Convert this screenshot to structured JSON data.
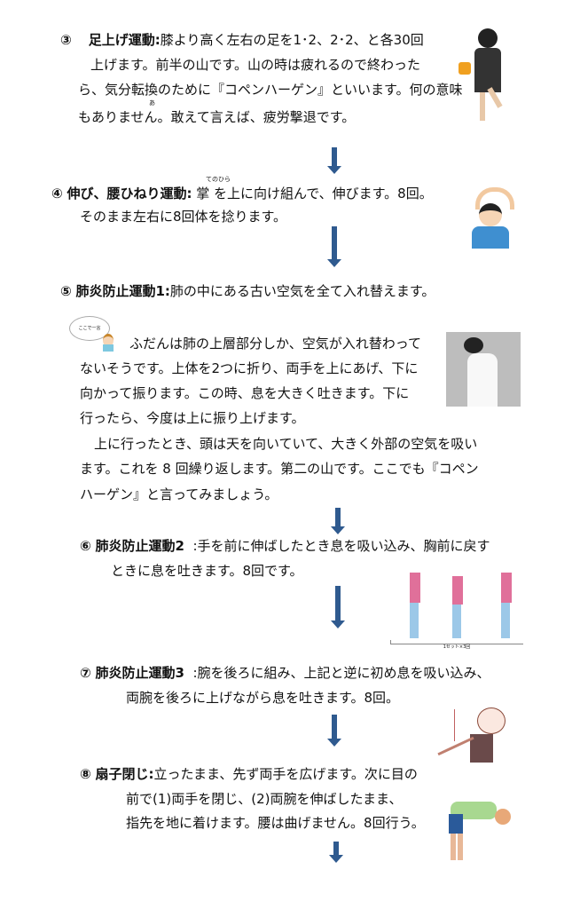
{
  "s3": {
    "num": "③",
    "title": "足上げ運動:",
    "lines": [
      "膝より高く左右の足を1･2、2･2、と各30回",
      "上げます。前半の山です。山の時は疲れるので終わった",
      "ら、気分転換のために『コペンハーゲン』といいます。何の意味",
      "もありません。敢えて言えば、疲労撃退です。"
    ],
    "ruby": "あ"
  },
  "s4": {
    "num": "④",
    "title": "伸び、腰ひねり運動:",
    "ruby": "てのひら",
    "lines": [
      "掌 を上に向け組んで、伸びます。8回。",
      "そのまま左右に8回体を捻ります。"
    ]
  },
  "s5": {
    "num": "⑤",
    "title": "肺炎防止運動1:",
    "line": "肺の中にある古い空気を全て入れ替えます。",
    "bubble": "ここで一言",
    "para": [
      "ふだんは肺の上層部分しか、空気が入れ替わって",
      "ないそうです。上体を2つに折り、両手を上にあげ、下に",
      "向かって振ります。この時、息を大きく吐きます。下に",
      "行ったら、今度は上に振り上げます。",
      "上に行ったとき、頭は天を向いていて、大きく外部の空気を吸い",
      "ます。これを 8 回繰り返します。第二の山です。ここでも『コペン",
      "ハーゲン』と言ってみましょう。"
    ]
  },
  "s6": {
    "num": "⑥",
    "title": "肺炎防止運動2",
    "lines": [
      ":手を前に伸ばしたとき息を吸い込み、胸前に戻す",
      "ときに息を吐きます。8回です。"
    ],
    "caption": "1セット×3回"
  },
  "s7": {
    "num": "⑦",
    "title": "肺炎防止運動3",
    "lines": [
      ":腕を後ろに組み、上記と逆に初め息を吸い込み、",
      "両腕を後ろに上げながら息を吐きます。8回。"
    ]
  },
  "s8": {
    "num": "⑧",
    "title": "扇子閉じ:",
    "lines": [
      "立ったまま、先ず両手を広げます。次に目の",
      "前で(1)両手を閉じ、(2)両腕を伸ばしたまま、",
      "指先を地に着けます。腰は曲げません。8回行う。"
    ]
  }
}
